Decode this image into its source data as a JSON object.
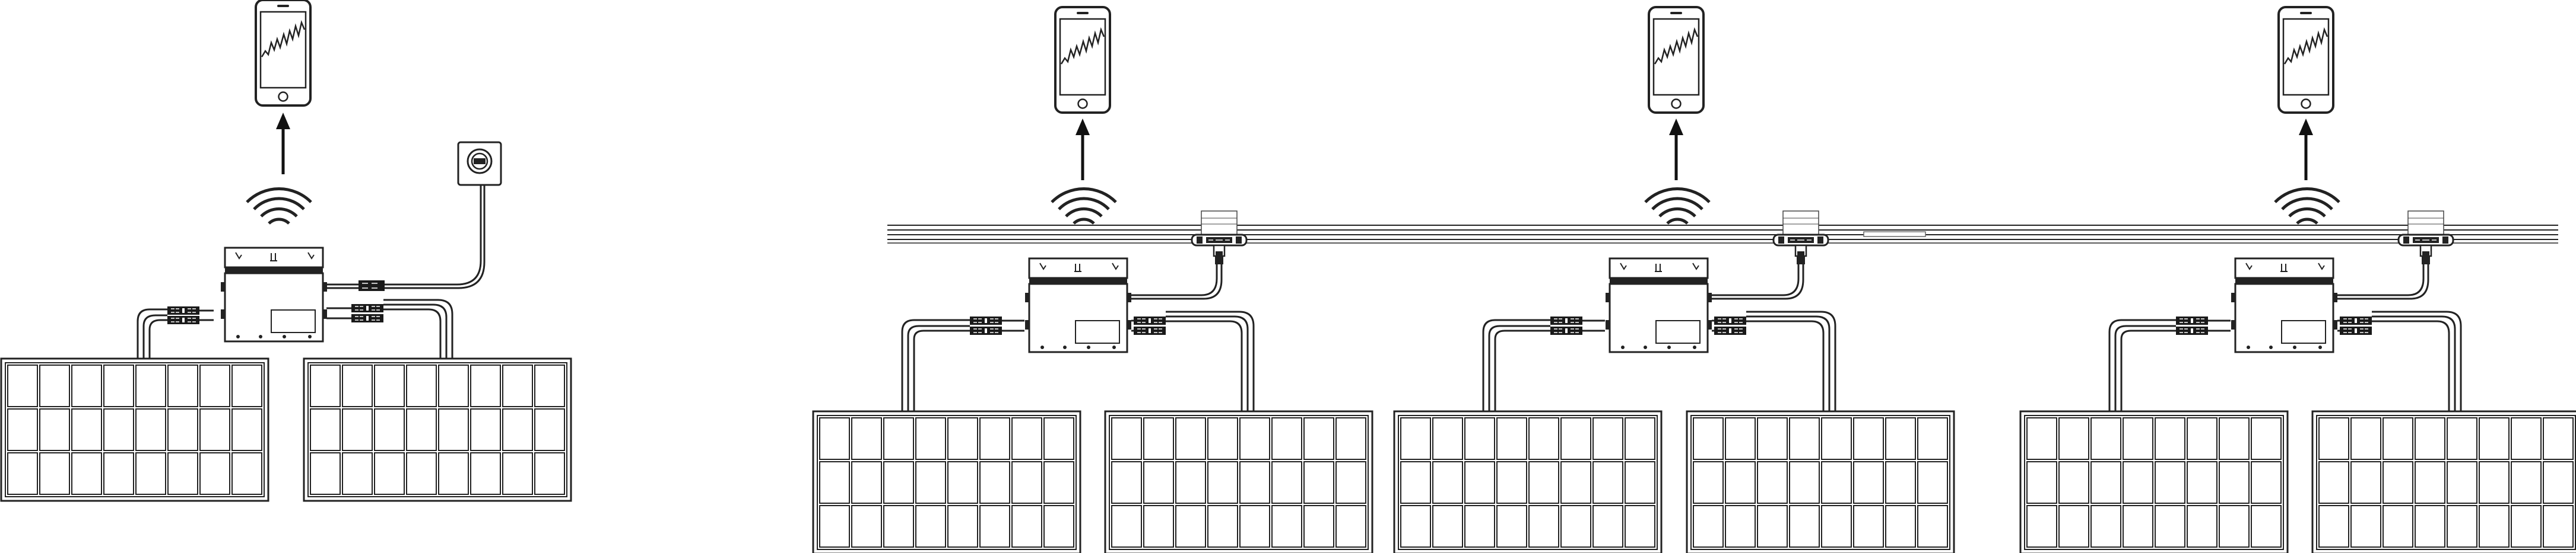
{
  "diagram": {
    "type": "solar-microinverter-wiring-diagram",
    "colors": {
      "background": "#ffffff",
      "line": "#222222",
      "connector": "#1a1a1a"
    },
    "icons": [
      "smartphone-icon",
      "up-arrow-icon",
      "wifi-signal-icon",
      "microinverter-icon",
      "power-outlet-icon",
      "solar-panel-icon",
      "ac-trunk-cable-icon",
      "t-connector-icon",
      "dc-connector-icon"
    ],
    "systems": [
      {
        "name": "single-unit-outlet",
        "panels": 2,
        "inverter": 1,
        "phone": 1,
        "outlet": 1
      },
      {
        "name": "trunk-unit-1",
        "panels": 2,
        "inverter": 1,
        "phone": 1,
        "t_connector": 1
      },
      {
        "name": "trunk-unit-2",
        "panels": 2,
        "inverter": 1,
        "phone": 1,
        "t_connector": 1
      },
      {
        "name": "trunk-unit-3",
        "panels": 2,
        "inverter": 1,
        "phone": 1,
        "t_connector": 1
      }
    ],
    "panel_grid": {
      "columns": 8,
      "rows": 3
    }
  }
}
